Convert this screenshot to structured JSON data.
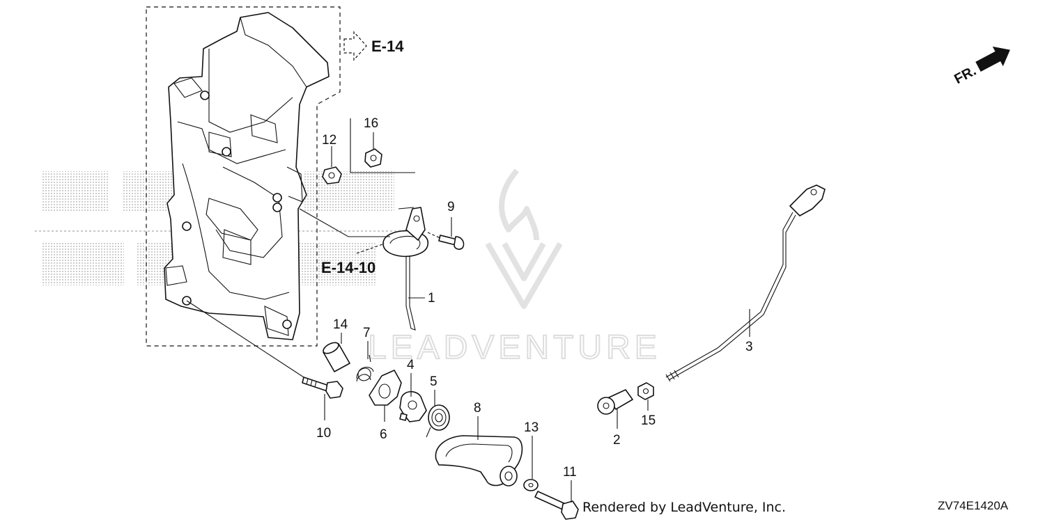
{
  "diagram": {
    "callouts": [
      "1",
      "2",
      "3",
      "4",
      "5",
      "6",
      "7",
      "8",
      "9",
      "10",
      "11",
      "12",
      "13",
      "14",
      "15",
      "16"
    ],
    "references": {
      "main": "E-14",
      "sub": "E-14-10"
    },
    "direction_label": "FR.",
    "watermark": "LEADVENTURE",
    "credit": "Rendered by LeadVenture, Inc.",
    "diagram_code": "ZV74E1420A"
  },
  "colors": {
    "line": "#111111",
    "watermark": "#d9d9d9",
    "background": "#ffffff"
  }
}
